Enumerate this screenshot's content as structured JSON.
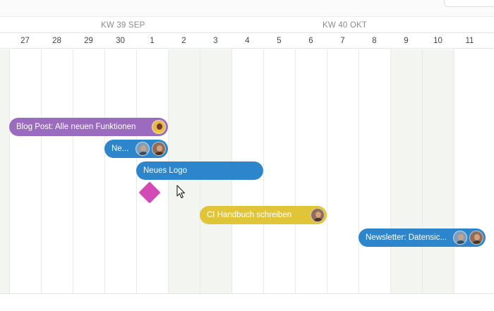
{
  "timeline": {
    "weeks": [
      {
        "label": "KW 39 SEP"
      },
      {
        "label": "KW 40 OKT"
      }
    ],
    "days": [
      "27",
      "28",
      "29",
      "30",
      "1",
      "2",
      "3",
      "4",
      "5",
      "6",
      "7",
      "8",
      "9",
      "10",
      "11"
    ]
  },
  "tasks": [
    {
      "label": "Blog Post: Alle neuen Funktionen",
      "color": "#9b6bbf"
    },
    {
      "label": "Ne...",
      "color": "#2d86cc"
    },
    {
      "label": "Neues Logo",
      "color": "#2d86cc"
    },
    {
      "label": "CI Handbuch schreiben",
      "color": "#e1c539"
    },
    {
      "label": "Newsletter: Datensic...",
      "color": "#2d86cc"
    }
  ],
  "milestone": {
    "color": "#d24bb4",
    "icon": "diamond-icon"
  },
  "cursor": {
    "icon": "mouse-pointer-icon"
  }
}
